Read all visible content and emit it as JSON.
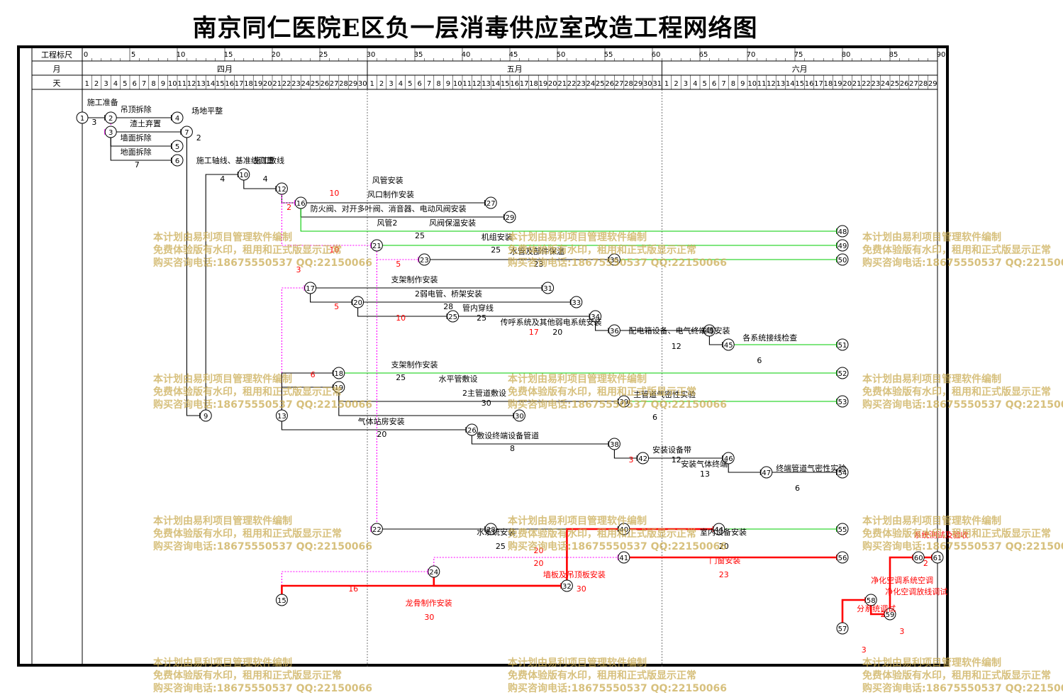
{
  "title": "南京同仁医院E区负一层消毒供应室改造工程网络图",
  "header": {
    "scale_label": "工程标尺",
    "month_label": "月",
    "day_label": "天",
    "scale_ticks": [
      "0",
      "5",
      "10",
      "15",
      "20",
      "25",
      "30",
      "35",
      "40",
      "45",
      "50",
      "55",
      "60",
      "65",
      "70",
      "75",
      "80",
      "85",
      "90"
    ],
    "months": [
      {
        "name": "四月",
        "days": 30
      },
      {
        "name": "五月",
        "days": 31
      },
      {
        "name": "六月",
        "days": 29
      }
    ]
  },
  "watermark": {
    "line1": "本计划由易利项目管理软件编制",
    "line2": "免费体验版有水印，租用和正式版显示正常",
    "line3": "购买咨询电话:18675550537 QQ:22150066"
  },
  "colors": {
    "normal": "#000000",
    "critical": "#ff0000",
    "virtual": "#ff00ff",
    "free_float": "#00cc00",
    "watermark": "#c8a94c"
  },
  "network": {
    "nodes": [
      {
        "id": "1",
        "day": 0,
        "row": 1
      },
      {
        "id": "2",
        "day": 3,
        "row": 1
      },
      {
        "id": "3",
        "day": 3,
        "row": 2
      },
      {
        "id": "4",
        "day": 10,
        "row": 1
      },
      {
        "id": "7",
        "day": 11,
        "row": 2
      },
      {
        "id": "5",
        "day": 10,
        "row": 3
      },
      {
        "id": "6",
        "day": 10,
        "row": 4
      },
      {
        "id": "10",
        "day": 17,
        "row": 5
      },
      {
        "id": "12",
        "day": 21,
        "row": 6
      },
      {
        "id": "16",
        "day": 23,
        "row": 7
      },
      {
        "id": "27",
        "day": 43,
        "row": 7
      },
      {
        "id": "29",
        "day": 45,
        "row": 8
      },
      {
        "id": "48",
        "day": 80,
        "row": 9
      },
      {
        "id": "49",
        "day": 80,
        "row": 10
      },
      {
        "id": "21",
        "day": 31,
        "row": 10
      },
      {
        "id": "23",
        "day": 36,
        "row": 11
      },
      {
        "id": "35",
        "day": 56,
        "row": 11
      },
      {
        "id": "50",
        "day": 80,
        "row": 11
      },
      {
        "id": "17",
        "day": 24,
        "row": 13
      },
      {
        "id": "31",
        "day": 49,
        "row": 13
      },
      {
        "id": "20",
        "day": 29,
        "row": 14
      },
      {
        "id": "33",
        "day": 52,
        "row": 14
      },
      {
        "id": "25",
        "day": 39,
        "row": 15
      },
      {
        "id": "34",
        "day": 54,
        "row": 15
      },
      {
        "id": "36",
        "day": 56,
        "row": 16
      },
      {
        "id": "43",
        "day": 66,
        "row": 16
      },
      {
        "id": "45",
        "day": 68,
        "row": 17
      },
      {
        "id": "51",
        "day": 80,
        "row": 17
      },
      {
        "id": "18",
        "day": 27,
        "row": 19
      },
      {
        "id": "52",
        "day": 80,
        "row": 19
      },
      {
        "id": "19",
        "day": 27,
        "row": 20
      },
      {
        "id": "39",
        "day": 57,
        "row": 21
      },
      {
        "id": "53",
        "day": 80,
        "row": 21
      },
      {
        "id": "9",
        "day": 13,
        "row": 22
      },
      {
        "id": "13",
        "day": 21,
        "row": 22
      },
      {
        "id": "30",
        "day": 46,
        "row": 22
      },
      {
        "id": "26",
        "day": 41,
        "row": 23
      },
      {
        "id": "38",
        "day": 56,
        "row": 24
      },
      {
        "id": "42",
        "day": 59,
        "row": 25
      },
      {
        "id": "46",
        "day": 68,
        "row": 25
      },
      {
        "id": "47",
        "day": 72,
        "row": 26
      },
      {
        "id": "54",
        "day": 80,
        "row": 26
      },
      {
        "id": "22",
        "day": 31,
        "row": 30
      },
      {
        "id": "28",
        "day": 43,
        "row": 30
      },
      {
        "id": "40",
        "day": 57,
        "row": 30
      },
      {
        "id": "44",
        "day": 67,
        "row": 30
      },
      {
        "id": "55",
        "day": 80,
        "row": 30
      },
      {
        "id": "41",
        "day": 57,
        "row": 32
      },
      {
        "id": "56",
        "day": 80,
        "row": 32
      },
      {
        "id": "24",
        "day": 37,
        "row": 33
      },
      {
        "id": "32",
        "day": 51,
        "row": 34
      },
      {
        "id": "15",
        "day": 21,
        "row": 35
      },
      {
        "id": "58",
        "day": 83,
        "row": 35
      },
      {
        "id": "59",
        "day": 85,
        "row": 36
      },
      {
        "id": "57",
        "day": 80,
        "row": 37
      },
      {
        "id": "60",
        "day": 88,
        "row": 32
      },
      {
        "id": "61",
        "day": 90,
        "row": 32
      }
    ],
    "texts": [
      {
        "t": "施工准备",
        "day": 0.5,
        "row": 0.1,
        "c": "normal"
      },
      {
        "t": "3",
        "day": 1,
        "row": 1.5,
        "c": "normal"
      },
      {
        "t": "吊顶拆除",
        "day": 4,
        "row": 0.6,
        "c": "normal"
      },
      {
        "t": "渣土弃置",
        "day": 5,
        "row": 1.6,
        "c": "normal"
      },
      {
        "t": "场地平整",
        "day": 11.5,
        "row": 0.7,
        "c": "normal"
      },
      {
        "t": "2",
        "day": 12,
        "row": 2.6,
        "c": "normal"
      },
      {
        "t": "墙面拆除",
        "day": 4,
        "row": 2.6,
        "c": "normal"
      },
      {
        "t": "地面拆除",
        "day": 4,
        "row": 3.6,
        "c": "normal"
      },
      {
        "t": "7",
        "day": 5.5,
        "row": 4.5,
        "c": "normal"
      },
      {
        "t": "施工轴线、基准线测量",
        "day": 12,
        "row": 4.2,
        "c": "normal"
      },
      {
        "t": "4",
        "day": 14.5,
        "row": 5.5,
        "c": "normal"
      },
      {
        "t": "施工放线",
        "day": 18,
        "row": 4.2,
        "c": "normal"
      },
      {
        "t": "4",
        "day": 19,
        "row": 5.5,
        "c": "normal"
      },
      {
        "t": "风管安装",
        "day": 30.5,
        "row": 5.6,
        "c": "normal"
      },
      {
        "t": "10",
        "day": 26,
        "row": 6.5,
        "c": "critical"
      },
      {
        "t": "风口制作安装",
        "day": 30,
        "row": 6.6,
        "c": "normal"
      },
      {
        "t": "2",
        "day": 21.5,
        "row": 7.5,
        "c": "critical"
      },
      {
        "t": "防火阀、对开多叶阀、消音器、电动风阀安装",
        "day": 24,
        "row": 7.6,
        "c": "normal"
      },
      {
        "t": "风管2",
        "day": 31,
        "row": 8.6,
        "c": "normal"
      },
      {
        "t": "风阀保温安装",
        "day": 36.5,
        "row": 8.6,
        "c": "normal"
      },
      {
        "t": "25",
        "day": 35,
        "row": 9.5,
        "c": "normal"
      },
      {
        "t": "机组安装",
        "day": 42,
        "row": 9.6,
        "c": "normal"
      },
      {
        "t": "10",
        "day": 26,
        "row": 10.5,
        "c": "critical"
      },
      {
        "t": "25",
        "day": 43,
        "row": 10.5,
        "c": "normal"
      },
      {
        "t": "水管及部件保温",
        "day": 45,
        "row": 10.6,
        "c": "normal"
      },
      {
        "t": "23",
        "day": 47.5,
        "row": 11.5,
        "c": "normal"
      },
      {
        "t": "5",
        "day": 33,
        "row": 11.5,
        "c": "critical"
      },
      {
        "t": "3",
        "day": 22.5,
        "row": 11.9,
        "c": "critical"
      },
      {
        "t": "支架制作安装",
        "day": 32.5,
        "row": 12.6,
        "c": "normal"
      },
      {
        "t": "2弱电管、桥架安装",
        "day": 35,
        "row": 13.6,
        "c": "normal"
      },
      {
        "t": "5",
        "day": 26.5,
        "row": 14.5,
        "c": "critical"
      },
      {
        "t": "28",
        "day": 38,
        "row": 14.5,
        "c": "normal"
      },
      {
        "t": "管内穿线",
        "day": 40,
        "row": 14.6,
        "c": "normal"
      },
      {
        "t": "10",
        "day": 33,
        "row": 15.3,
        "c": "critical"
      },
      {
        "t": "25",
        "day": 41.5,
        "row": 15.3,
        "c": "normal"
      },
      {
        "t": "传呼系统及其他弱电系统安装",
        "day": 44,
        "row": 15.6,
        "c": "normal"
      },
      {
        "t": "17",
        "day": 47,
        "row": 16.3,
        "c": "critical"
      },
      {
        "t": "20",
        "day": 49.5,
        "row": 16.3,
        "c": "normal"
      },
      {
        "t": "配电箱设备、电气终端等安装",
        "day": 57.5,
        "row": 16.2,
        "c": "normal"
      },
      {
        "t": "12",
        "day": 62,
        "row": 17.3,
        "c": "normal"
      },
      {
        "t": "各系统接线检查",
        "day": 69.5,
        "row": 16.7,
        "c": "normal"
      },
      {
        "t": "6",
        "day": 71,
        "row": 18.3,
        "c": "normal"
      },
      {
        "t": "支架制作安装",
        "day": 32.5,
        "row": 18.6,
        "c": "normal"
      },
      {
        "t": "6",
        "day": 24,
        "row": 19.3,
        "c": "critical"
      },
      {
        "t": "25",
        "day": 33,
        "row": 19.5,
        "c": "normal"
      },
      {
        "t": "水平管敷设",
        "day": 37.5,
        "row": 19.6,
        "c": "normal"
      },
      {
        "t": "2主管道敷设",
        "day": 40,
        "row": 20.6,
        "c": "normal"
      },
      {
        "t": "30",
        "day": 42,
        "row": 21.3,
        "c": "normal"
      },
      {
        "t": "主管道气密性实验",
        "day": 58,
        "row": 20.7,
        "c": "normal"
      },
      {
        "t": "6",
        "day": 60,
        "row": 22.3,
        "c": "normal"
      },
      {
        "t": "气体站房安装",
        "day": 29,
        "row": 22.6,
        "c": "normal"
      },
      {
        "t": "20",
        "day": 31,
        "row": 23.5,
        "c": "normal"
      },
      {
        "t": "敷设终端设备管道",
        "day": 41.5,
        "row": 23.6,
        "c": "normal"
      },
      {
        "t": "8",
        "day": 45,
        "row": 24.5,
        "c": "normal"
      },
      {
        "t": "安装设备带",
        "day": 60,
        "row": 24.6,
        "c": "normal"
      },
      {
        "t": "3",
        "day": 57.5,
        "row": 25.3,
        "c": "critical"
      },
      {
        "t": "12",
        "day": 62,
        "row": 25.3,
        "c": "normal"
      },
      {
        "t": "安装气体终端",
        "day": 63,
        "row": 25.6,
        "c": "normal"
      },
      {
        "t": "13",
        "day": 65,
        "row": 26.3,
        "c": "normal"
      },
      {
        "t": "终端管道气密性实验",
        "day": 73,
        "row": 25.9,
        "c": "normal"
      },
      {
        "t": "6",
        "day": 75,
        "row": 27.3,
        "c": "normal"
      },
      {
        "t": "水系统安装",
        "day": 41.5,
        "row": 30.4,
        "c": "normal"
      },
      {
        "t": "25",
        "day": 43.5,
        "row": 31.4,
        "c": "normal"
      },
      {
        "t": "20",
        "day": 47.5,
        "row": 31.7,
        "c": "critical"
      },
      {
        "t": "20",
        "day": 47.5,
        "row": 32.6,
        "c": "critical"
      },
      {
        "t": "室内设备安装",
        "day": 65,
        "row": 30.4,
        "c": "normal"
      },
      {
        "t": "20",
        "day": 67,
        "row": 31.4,
        "c": "normal"
      },
      {
        "t": "门窗安装",
        "day": 66,
        "row": 32.4,
        "c": "critical"
      },
      {
        "t": "23",
        "day": 67,
        "row": 33.4,
        "c": "critical"
      },
      {
        "t": "墙板及吊顶板安装",
        "day": 48.5,
        "row": 33.4,
        "c": "critical"
      },
      {
        "t": "30",
        "day": 52,
        "row": 34.4,
        "c": "critical"
      },
      {
        "t": "16",
        "day": 28,
        "row": 34.4,
        "c": "critical"
      },
      {
        "t": "龙骨制作安装",
        "day": 34,
        "row": 35.4,
        "c": "critical"
      },
      {
        "t": "30",
        "day": 36,
        "row": 36.4,
        "c": "critical"
      },
      {
        "t": "系统测试及验收",
        "day": 87.5,
        "row": 30.6,
        "c": "critical"
      },
      {
        "t": "2",
        "day": 88.5,
        "row": 32.6,
        "c": "critical"
      },
      {
        "t": "净化空调系统空调",
        "day": 83,
        "row": 33.8,
        "c": "critical"
      },
      {
        "t": "净化空调放线调试",
        "day": 84.5,
        "row": 34.6,
        "c": "critical"
      },
      {
        "t": "2",
        "day": 84,
        "row": 36.2,
        "c": "critical"
      },
      {
        "t": "3",
        "day": 86,
        "row": 37.4,
        "c": "critical"
      },
      {
        "t": "分系统调试",
        "day": 81.5,
        "row": 35.8,
        "c": "critical"
      },
      {
        "t": "3",
        "day": 82,
        "row": 38.7,
        "c": "critical"
      }
    ]
  }
}
